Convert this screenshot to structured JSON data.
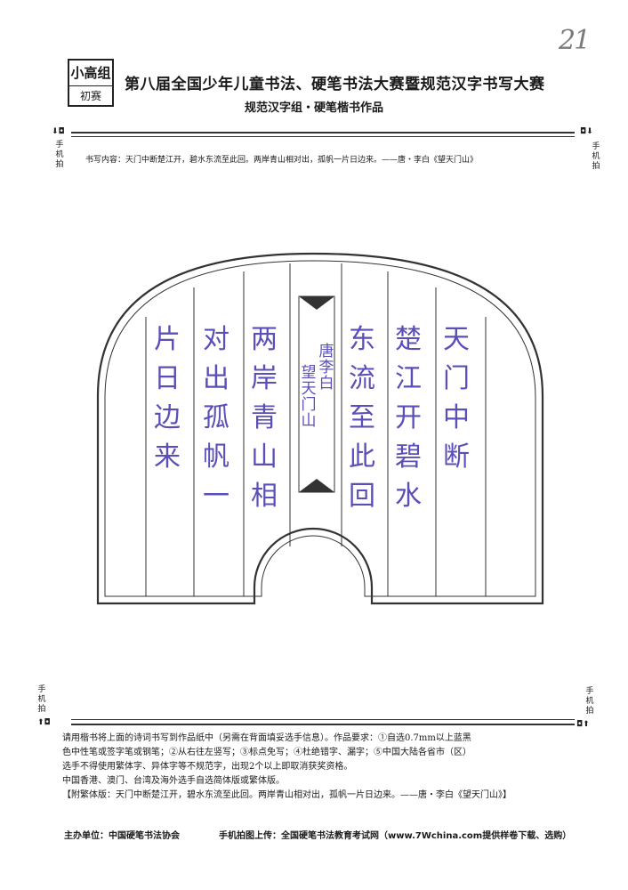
{
  "page_number": "21",
  "badge": {
    "group": "小高组",
    "round": "初赛"
  },
  "title": "第八届全国少年儿童书法、硬笔书法大赛暨规范汉字书写大赛",
  "subtitle": "规范汉字组・硬笔楷书作品",
  "phone_marker": "手机拍",
  "content_line": "书写内容：天门中断楚江开，碧水东流至此回。两岸青山相对出，孤帆一片日边来。——唐・李白《望天门山》",
  "columns": [
    {
      "text": "天门中断"
    },
    {
      "text": "楚江开碧水"
    },
    {
      "text": "东流至此回"
    },
    {
      "text": "两岸青山相"
    },
    {
      "text": "对出孤帆一"
    },
    {
      "text": "片日边来"
    }
  ],
  "seal": {
    "col1": "唐李白",
    "col2": "望天门山"
  },
  "notes": {
    "line1": "请用楷书将上面的诗词书写到作品纸中（另需在背面填妥选手信息）。作品要求：①自选0.7mm以上蓝黑",
    "line2": "色中性笔或签字笔或钢笔；②从右往左竖写；③标点免写；④杜绝错字、漏字；⑤中国大陆各省市（区）",
    "line3": "选手不得使用繁体字、异体字等不规范字，出现2个以上即取消获奖资格。",
    "line4": "中国香港、澳门、台湾及海外选手自选简体版或繁体版。",
    "line5": "【附繁体版：天门中断楚江开，碧水东流至此回。两岸青山相对出，孤帆一片日边来。——唐・李白《望天门山》】"
  },
  "footer": {
    "organizer": "主办单位：中国硬笔书法协会",
    "upload": "手机拍图上传：全国硬笔书法教育考试网（www.7Wchina.com提供样卷下载、选购）"
  }
}
